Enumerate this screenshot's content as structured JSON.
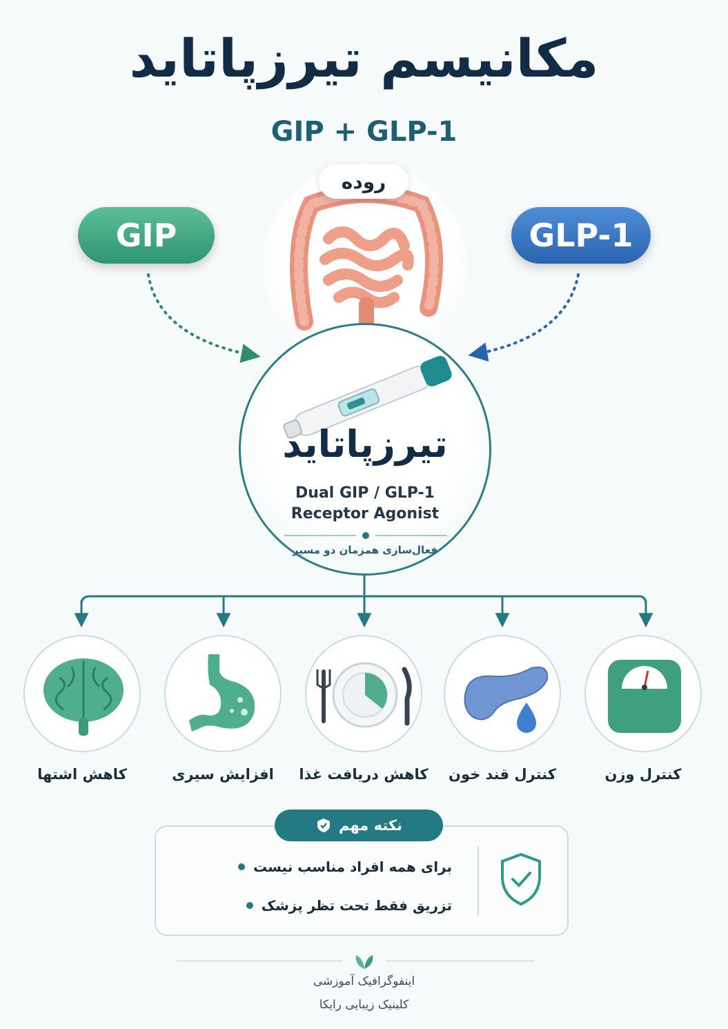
{
  "header": {
    "title": "مکانیسم تیرزپاتاید",
    "subtitle": "GIP + GLP-1"
  },
  "sources": {
    "gip_label": "GIP",
    "glp_label": "GLP-1",
    "gut_label": "روده"
  },
  "center": {
    "drug_name": "تیرزپاتاید",
    "line1": "Dual GIP / GLP-1",
    "line2": "Receptor Agonist",
    "activation": "فعال‌سازی همزمان دو مسیر"
  },
  "benefits": [
    {
      "label": "کاهش اشتها",
      "icon": "brain-icon"
    },
    {
      "label": "افزایش سیری",
      "icon": "stomach-icon"
    },
    {
      "label": "کاهش دریافت غذا",
      "icon": "plate-icon"
    },
    {
      "label": "کنترل قند خون",
      "icon": "pancreas-icon"
    },
    {
      "label": "کنترل وزن",
      "icon": "scale-icon"
    }
  ],
  "note": {
    "title": "نکته مهم",
    "items": [
      "برای همه افراد مناسب نیست",
      "تزریق فقط تحت تظر پزشک"
    ]
  },
  "footer": {
    "line1": "اینفوگرافیک آموزشی",
    "line2": "کلینیک زیبایی رایکا"
  },
  "colors": {
    "gip": "#2f9473",
    "glp": "#2a64b0",
    "accent": "#237a82",
    "title": "#132c45"
  }
}
